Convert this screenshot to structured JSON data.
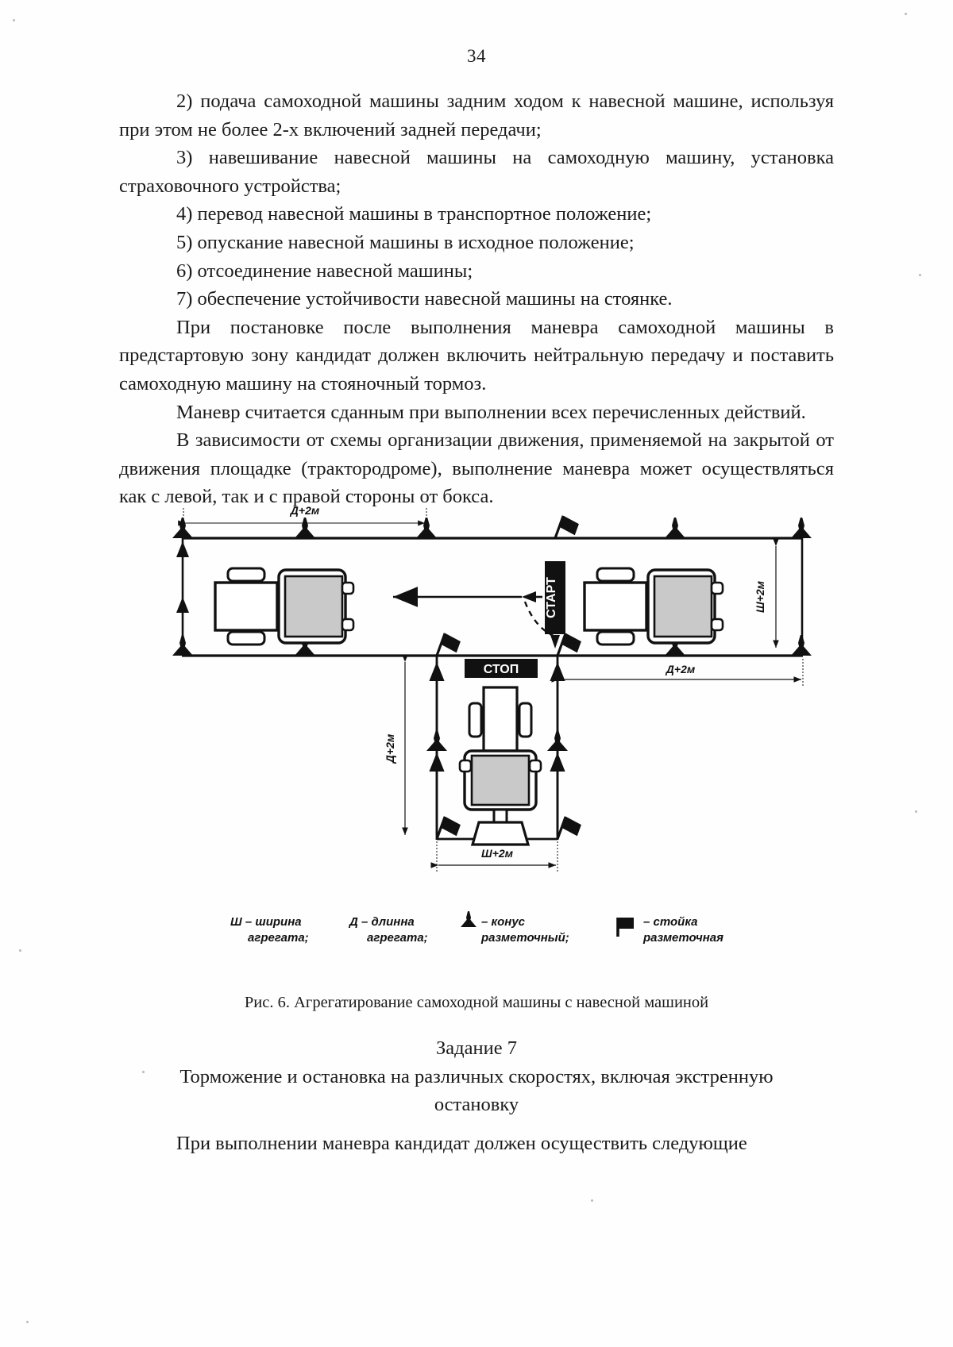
{
  "page": {
    "number": "34"
  },
  "body": {
    "paragraphs": [
      "2) подача самоходной машины задним ходом к навесной машине, используя при этом не более 2-х включений задней передачи;",
      "3) навешивание навесной машины на самоходную машину, установка страховочного устройства;",
      "4) перевод навесной машины в транспортное положение;",
      "5) опускание навесной машины в исходное положение;",
      "6) отсоединение навесной машины;",
      "7) обеспечение устойчивости навесной машины на стоянке.",
      "При постановке после выполнения маневра самоходной машины в предстартовую зону кандидат должен включить нейтральную передачу и поставить самоходную машину на стояночный тормоз.",
      "Маневр считается сданным при выполнении всех перечисленных действий.",
      "В зависимости от схемы организации движения, применяемой на закрытой от движения площадке (трактородроме), выполнение маневра может осуществляться как с левой, так и с правой стороны от бокса."
    ]
  },
  "figure": {
    "labels": {
      "top_dim": "Д+2м",
      "right_dim": "Ш+2м",
      "mid_right_dim": "Д+2м",
      "left_vert_dim": "Д+2м",
      "bottom_dim": "Ш+2м",
      "start_sign": "СТАРТ",
      "stop_sign": "СТОП"
    },
    "icons": {
      "cone": "cone-icon",
      "post": "marker-post-icon",
      "tractor": "tractor-icon",
      "implement": "mounted-machine-icon",
      "direction_arrow": "direction-arrow-icon"
    }
  },
  "legend": {
    "items": [
      {
        "symbol": "Ш",
        "dash": "–",
        "line1": "ширина",
        "line2": "агрегата;"
      },
      {
        "symbol": "Д",
        "dash": "–",
        "line1": "длинна",
        "line2": "агрегата;"
      },
      {
        "symbol": "cone-icon",
        "dash": "–",
        "line1": "конус",
        "line2": "разметочный;"
      },
      {
        "symbol": "post-icon",
        "dash": "–",
        "line1": "стойка",
        "line2": "разметочная"
      }
    ]
  },
  "caption": {
    "text": "Рис. 6. Агрегатирование самоходной машины с навесной машиной"
  },
  "task": {
    "title": "Задание 7",
    "subtitle_line1": "Торможение и остановка на различных скоростях, включая экстренную",
    "subtitle_line2": "остановку"
  },
  "tail": {
    "paragraph": "При выполнении маневра кандидат должен осуществить следующие"
  },
  "colors": {
    "ink": "#1a1a1a",
    "paper": "#fefefe",
    "fill_gray": "#c9c9c9",
    "sign_black": "#111111"
  }
}
